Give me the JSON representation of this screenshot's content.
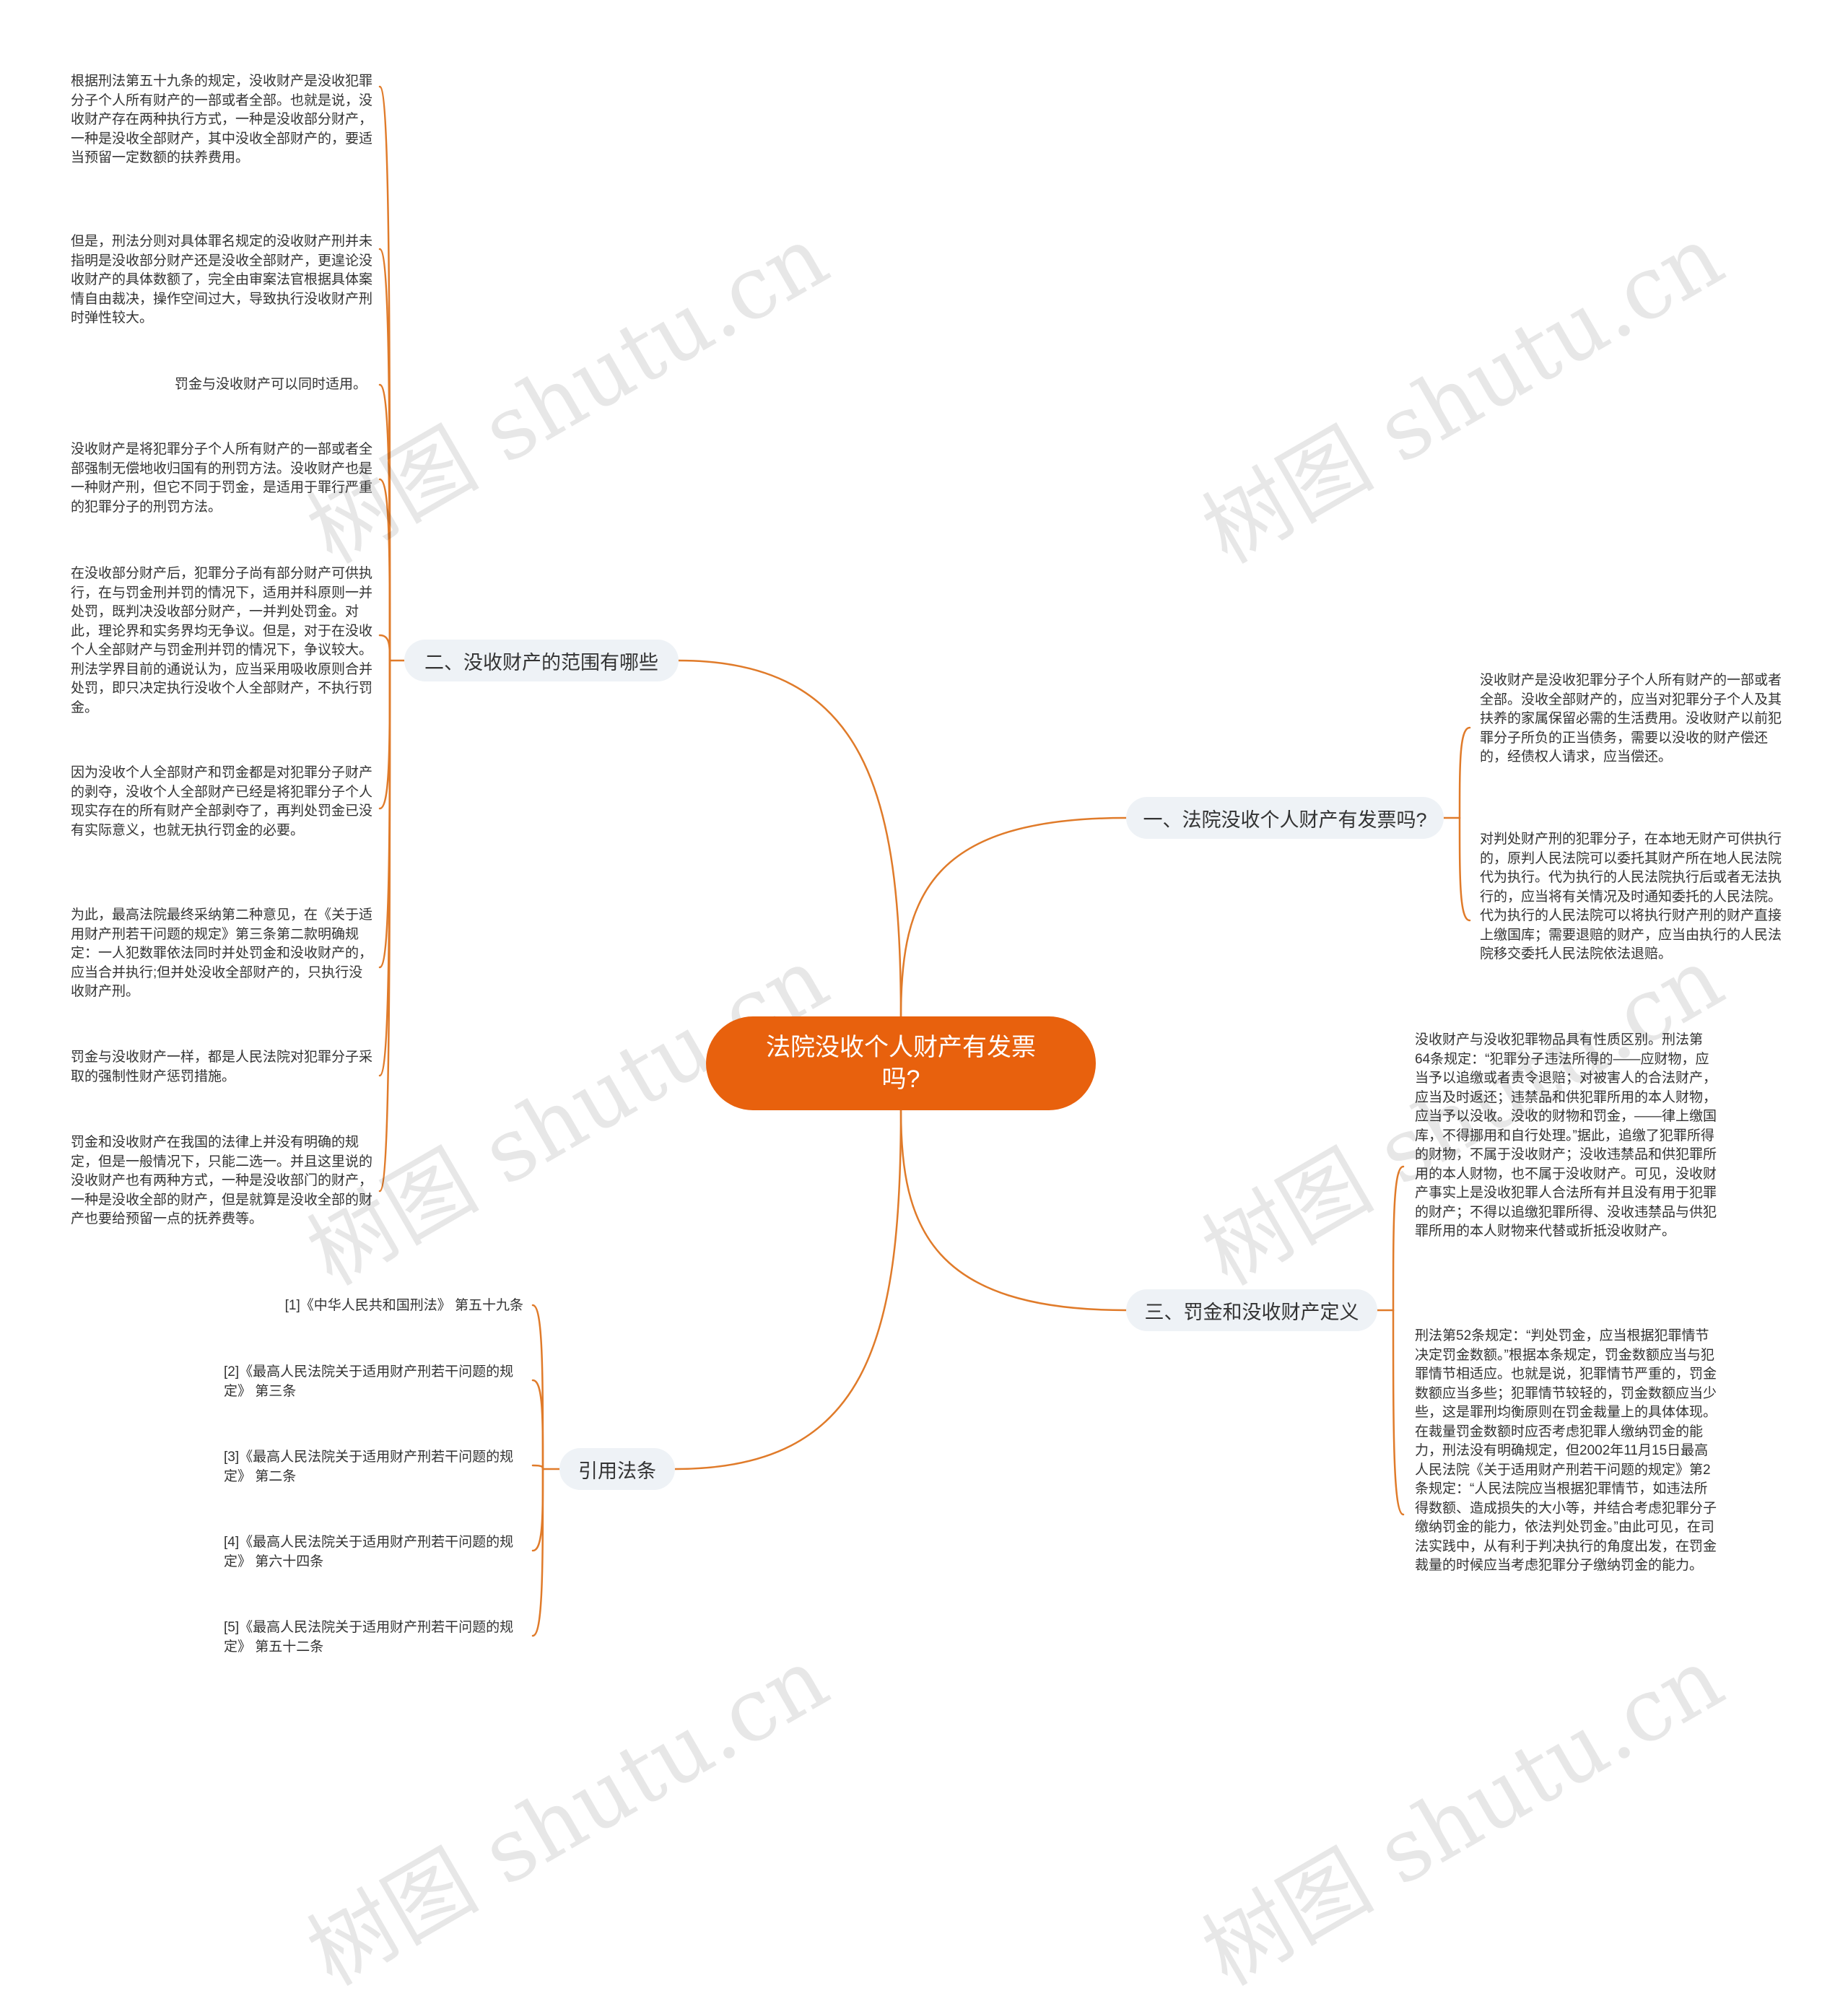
{
  "colors": {
    "accent": "#e8610d",
    "line": "#e07b2a",
    "branch_bg": "#eef2f6",
    "root_text": "#ffffff"
  },
  "watermark": "树图 shutu.cn",
  "root": {
    "label": "法院没收个人财产有发票吗?"
  },
  "branches": {
    "b1": {
      "label": "一、法院没收个人财产有发票吗?",
      "leaves": [
        "没收财产是没收犯罪分子个人所有财产的一部或者全部。没收全部财产的，应当对犯罪分子个人及其扶养的家属保留必需的生活费用。没收财产以前犯罪分子所负的正当债务，需要以没收的财产偿还的，经债权人请求，应当偿还。",
        "对判处财产刑的犯罪分子，在本地无财产可供执行的，原判人民法院可以委托其财产所在地人民法院代为执行。代为执行的人民法院执行后或者无法执行的，应当将有关情况及时通知委托的人民法院。代为执行的人民法院可以将执行财产刑的财产直接上缴国库；需要退赔的财产，应当由执行的人民法院移交委托人民法院依法退赔。"
      ]
    },
    "b2": {
      "label": "二、没收财产的范围有哪些",
      "leaves": [
        "根据刑法第五十九条的规定，没收财产是没收犯罪分子个人所有财产的一部或者全部。也就是说，没收财产存在两种执行方式，一种是没收部分财产，一种是没收全部财产，其中没收全部财产的，要适当预留一定数额的扶养费用。",
        "但是，刑法分则对具体罪名规定的没收财产刑并未指明是没收部分财产还是没收全部财产，更遑论没收财产的具体数额了，完全由审案法官根据具体案情自由裁决，操作空间过大，导致执行没收财产刑时弹性较大。",
        "罚金与没收财产可以同时适用。",
        "没收财产是将犯罪分子个人所有财产的一部或者全部强制无偿地收归国有的刑罚方法。没收财产也是一种财产刑，但它不同于罚金，是适用于罪行严重的犯罪分子的刑罚方法。",
        "在没收部分财产后，犯罪分子尚有部分财产可供执行，在与罚金刑并罚的情况下，适用并科原则一并处罚，既判决没收部分财产，一并判处罚金。对此，理论界和实务界均无争议。但是，对于在没收个人全部财产与罚金刑并罚的情况下，争议较大。刑法学界目前的通说认为，应当采用吸收原则合并处罚，即只决定执行没收个人全部财产，不执行罚金。",
        "因为没收个人全部财产和罚金都是对犯罪分子财产的剥夺，没收个人全部财产已经是将犯罪分子个人现实存在的所有财产全部剥夺了，再判处罚金已没有实际意义，也就无执行罚金的必要。",
        "为此，最高法院最终采纳第二种意见，在《关于适用财产刑若干问题的规定》第三条第二款明确规定：一人犯数罪依法同时并处罚金和没收财产的，应当合并执行;但并处没收全部财产的，只执行没收财产刑。",
        "罚金与没收财产一样，都是人民法院对犯罪分子采取的强制性财产惩罚措施。",
        "罚金和没收财产在我国的法律上并没有明确的规定，但是一般情况下，只能二选一。并且这里说的没收财产也有两种方式，一种是没收部门的财产，一种是没收全部的财产，但是就算是没收全部的财产也要给预留一点的抚养费等。"
      ]
    },
    "b3": {
      "label": "三、罚金和没收财产定义",
      "leaves": [
        "没收财产与没收犯罪物品具有性质区别。刑法第64条规定：“犯罪分子违法所得的——应财物，应当予以追缴或者责令退赔；对被害人的合法财产，应当及时返还；违禁品和供犯罪所用的本人财物，应当予以没收。没收的财物和罚金，——律上缴国库，不得挪用和自行处理。”据此，追缴了犯罪所得的财物，不属于没收财产；没收违禁品和供犯罪所用的本人财物，也不属于没收财产。可见，没收财产事实上是没收犯罪人合法所有并且没有用于犯罪的财产；不得以追缴犯罪所得、没收违禁品与供犯罪所用的本人财物来代替或折抵没收财产。",
        "刑法第52条规定：“判处罚金，应当根据犯罪情节决定罚金数额。”根据本条规定，罚金数额应当与犯罪情节相适应。也就是说，犯罪情节严重的，罚金数额应当多些；犯罪情节较轻的，罚金数额应当少些，这是罪刑均衡原则在罚金裁量上的具体体现。在裁量罚金数额时应否考虑犯罪人缴纳罚金的能力，刑法没有明确规定，但2002年11月15日最高人民法院《关于适用财产刑若干问题的规定》第2条规定：“人民法院应当根据犯罪情节，如违法所得数额、造成损失的大小等，并结合考虑犯罪分子缴纳罚金的能力，依法判处罚金。”由此可见，在司法实践中，从有利于判决执行的角度出发，在罚金裁量的时候应当考虑犯罪分子缴纳罚金的能力。"
      ]
    },
    "b4": {
      "label": "引用法条",
      "leaves": [
        "[1]《中华人民共和国刑法》 第五十九条",
        "[2]《最高人民法院关于适用财产刑若干问题的规定》 第三条",
        "[3]《最高人民法院关于适用财产刑若干问题的规定》 第二条",
        "[4]《最高人民法院关于适用财产刑若干问题的规定》 第六十四条",
        "[5]《最高人民法院关于适用财产刑若干问题的规定》 第五十二条"
      ]
    }
  }
}
